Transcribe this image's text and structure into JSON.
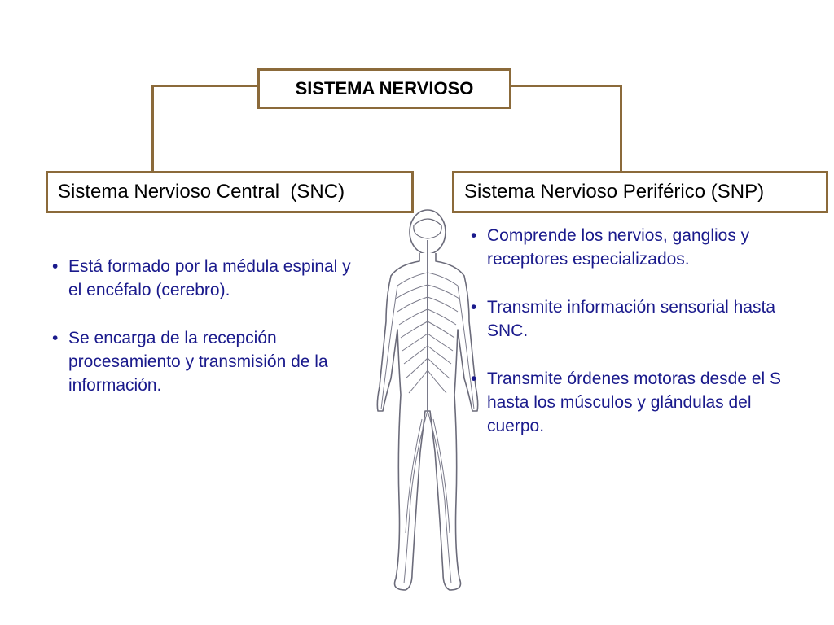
{
  "root": {
    "label": "SISTEMA NERVIOSO"
  },
  "snc": {
    "title": "Sistema Nervioso Central  (SNC)",
    "bullets": [
      [
        "Está formado por la médula espinal y",
        "el encéfalo (cerebro)."
      ],
      [
        "Se encarga de la recepción",
        "procesamiento y transmisión de la",
        "información."
      ]
    ]
  },
  "snp": {
    "title": "Sistema Nervioso Periférico (SNP)",
    "bullets": [
      [
        "Comprende los nervios, ganglios y",
        "receptores especializados."
      ],
      [
        "Transmite información sensorial hasta",
        "SNC."
      ],
      [
        "Transmite órdenes motoras desde el S",
        "hasta los músculos y glándulas del",
        "cuerpo."
      ]
    ]
  },
  "colors": {
    "border": "#8b6a3a",
    "bullet_text": "#1a1a8c",
    "figure_stroke": "#6b6b7a"
  },
  "icons": {
    "figure": "human-nervous-system-illustration"
  }
}
